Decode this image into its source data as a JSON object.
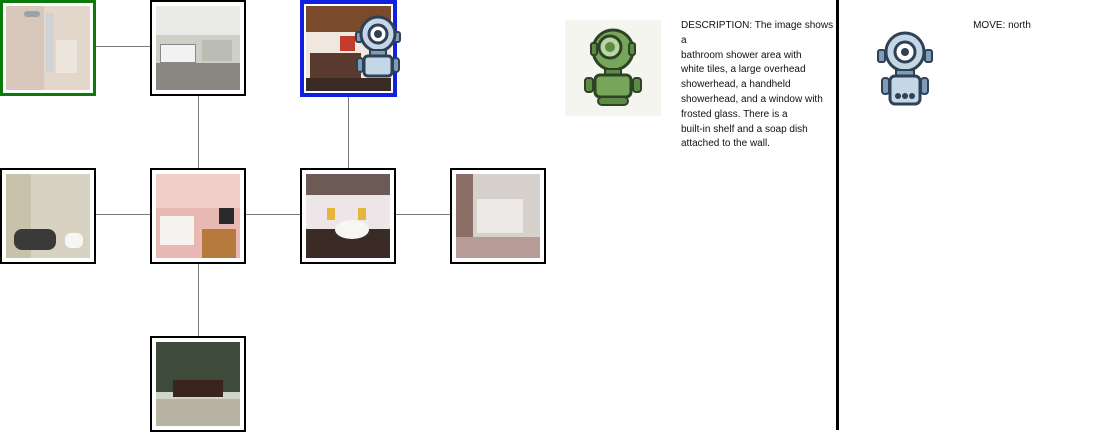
{
  "map": {
    "rooms": [
      {
        "id": "r00",
        "scene": "bathroom-shower",
        "state": "start"
      },
      {
        "id": "r10",
        "scene": "kitchen",
        "state": "normal"
      },
      {
        "id": "r20",
        "scene": "living-room-wood-ceiling",
        "state": "current"
      },
      {
        "id": "r01",
        "scene": "bathroom-marble",
        "state": "normal"
      },
      {
        "id": "r11",
        "scene": "pink-nursery",
        "state": "normal"
      },
      {
        "id": "r21",
        "scene": "studio-room",
        "state": "normal"
      },
      {
        "id": "r31",
        "scene": "dining-room",
        "state": "normal"
      },
      {
        "id": "r12",
        "scene": "japanese-room",
        "state": "normal"
      }
    ],
    "colors": {
      "start": "#0b7a0b",
      "current": "#1020e0",
      "edge": "#7a7a7a"
    }
  },
  "agent": {
    "icon": "robot-icon",
    "color": "#9db8d6"
  },
  "observer": {
    "icon": "green-robot-icon",
    "color": "#6d9a4f"
  },
  "panel": {
    "description": "DESCRIPTION: The image shows a\nbathroom shower area with\nwhite tiles, a large overhead\nshowerhead, a handheld\nshowerhead, and a window with\nfrosted glass. There is a\nbuilt-in shelf and a soap dish\nattached to the wall.",
    "move": "MOVE: north"
  }
}
